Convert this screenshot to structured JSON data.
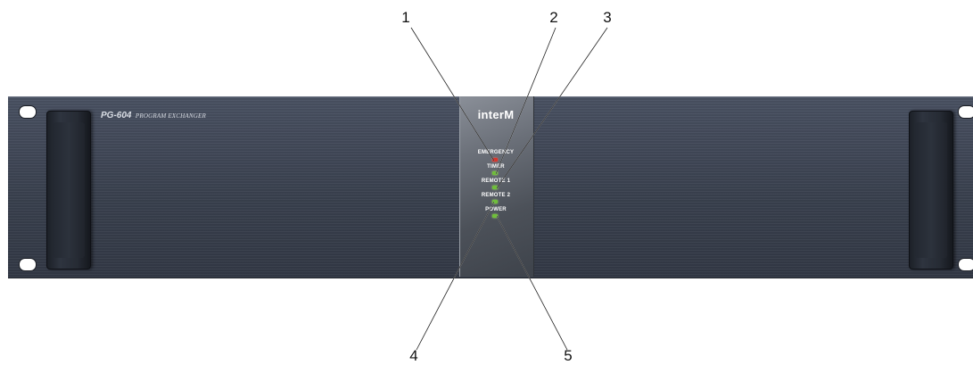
{
  "device": {
    "model_name": "PG-604",
    "model_description": "PROGRAM EXCHANGER",
    "brand": "interM"
  },
  "indicators": [
    {
      "label": "EMERGENCY",
      "color": "#d9342b"
    },
    {
      "label": "TIMER",
      "color": "#6fbf3a"
    },
    {
      "label": "REMOTE 1",
      "color": "#6fbf3a"
    },
    {
      "label": "REMOTE 2",
      "color": "#6fbf3a"
    },
    {
      "label": "POWER",
      "color": "#6fbf3a"
    }
  ],
  "callouts": [
    "1",
    "2",
    "3",
    "4",
    "5"
  ]
}
